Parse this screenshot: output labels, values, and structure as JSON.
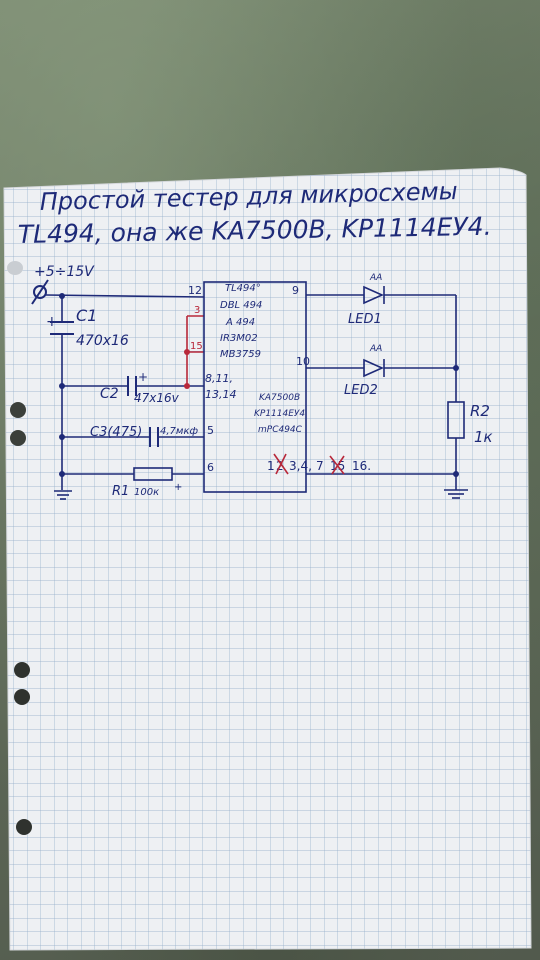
{
  "title": {
    "line1": "Простой тестер для микросхемы",
    "line2": "TL494, она же KA7500B, KP1114EУ4."
  },
  "supply_label": "+5÷15V",
  "components": {
    "c1_name": "C1",
    "c1_value": "470x16",
    "c2_name": "C2",
    "c2_value": "47x16v",
    "c3_name": "C3(475)",
    "c3_value": "4,7мкф",
    "r1_name": "R1",
    "r1_value": "100к",
    "r2_name": "R2",
    "r2_value": "1к",
    "led1_name": "LED1",
    "led2_name": "LED2",
    "led1_mark": "AA",
    "led2_mark": "AA",
    "plus_mark": "+"
  },
  "ic": {
    "part_numbers_top": [
      "TL494°",
      "DBL 494",
      "A 494",
      "IR3M02",
      "MB3759"
    ],
    "part_numbers_bottom": [
      "KA7500B",
      "KP1114EУ4",
      "mPC494C"
    ],
    "pins_left": [
      "12",
      "3",
      "15",
      "8,11,",
      "13,14",
      "5",
      "6"
    ],
    "pins_right": [
      "9",
      "10"
    ],
    "pins_bottom": [
      "1",
      "2",
      "3,4,",
      "7",
      "15",
      "16."
    ]
  },
  "colors": {
    "ink_blue": "#1e2a78",
    "ink_red": "#b8283a",
    "grid_blue": "#8fa9c8",
    "paper": "#eef0f3"
  }
}
